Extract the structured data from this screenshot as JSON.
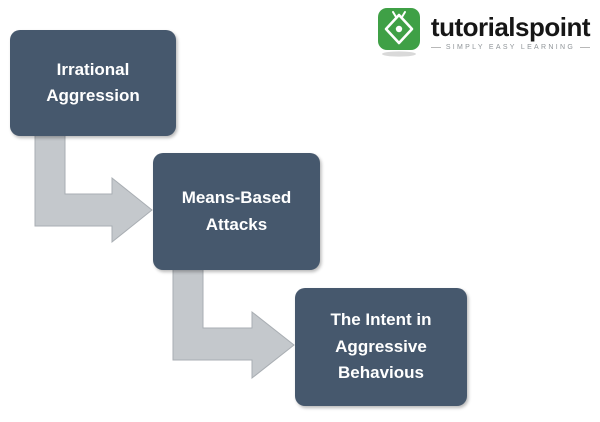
{
  "boxes": [
    {
      "label": "Irrational Aggression"
    },
    {
      "label": "Means-Based Attacks"
    },
    {
      "label": "The Intent in Aggressive Behavious"
    }
  ],
  "logo": {
    "brand": "tutorialspoint",
    "tagline": "SIMPLY EASY LEARNING"
  },
  "colors": {
    "background": "#FFFFFF",
    "box_fill": "#46586D",
    "box_text": "#FFFFFF",
    "arrow_fill": "#C4C8CC",
    "arrow_border": "#A9AEB3",
    "logo_green": "#3FA046",
    "brand_text": "#161616",
    "tagline_text": "#8F9498"
  }
}
